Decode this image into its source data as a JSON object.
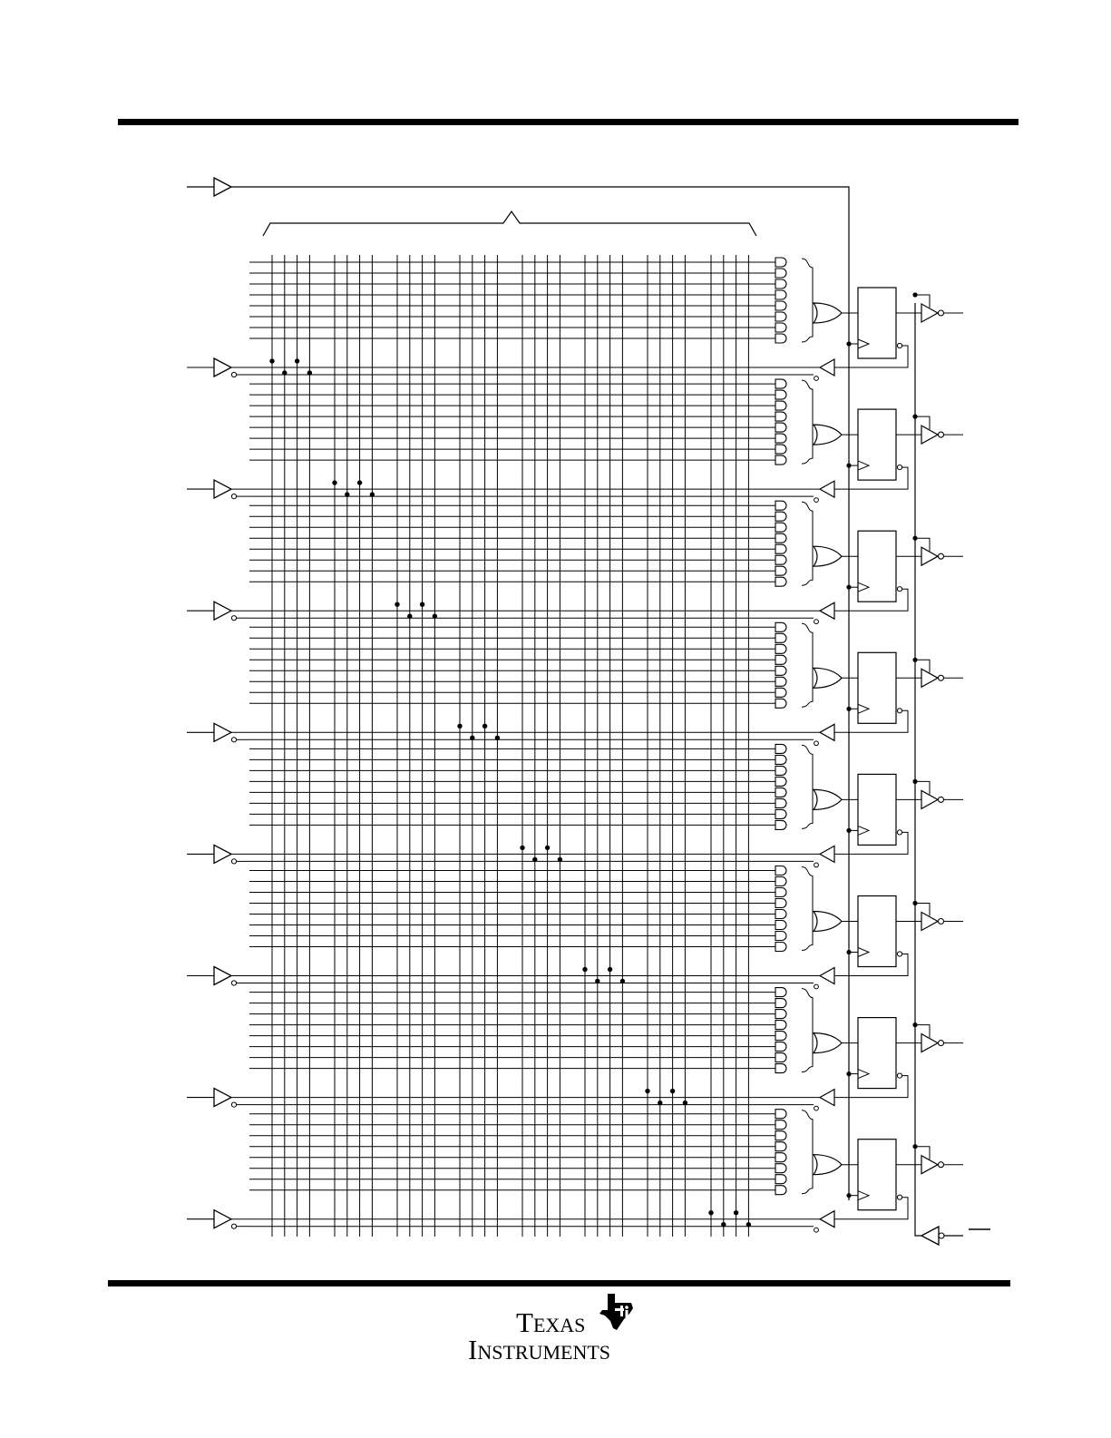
{
  "document": {
    "publisher_logo": {
      "line1": "Texas",
      "line2": "Instruments",
      "icon": "texas-state-ti-icon"
    }
  },
  "diagram": {
    "type": "logic-diagram",
    "macrocell_count": 8,
    "product_terms_per_cell": 8,
    "input_buffer_count": 9,
    "output_buffer_count": 8,
    "feedback_buffer_count": 8,
    "array_column_count": 32,
    "colors": {
      "ink": "#000000",
      "paper": "#ffffff"
    }
  }
}
